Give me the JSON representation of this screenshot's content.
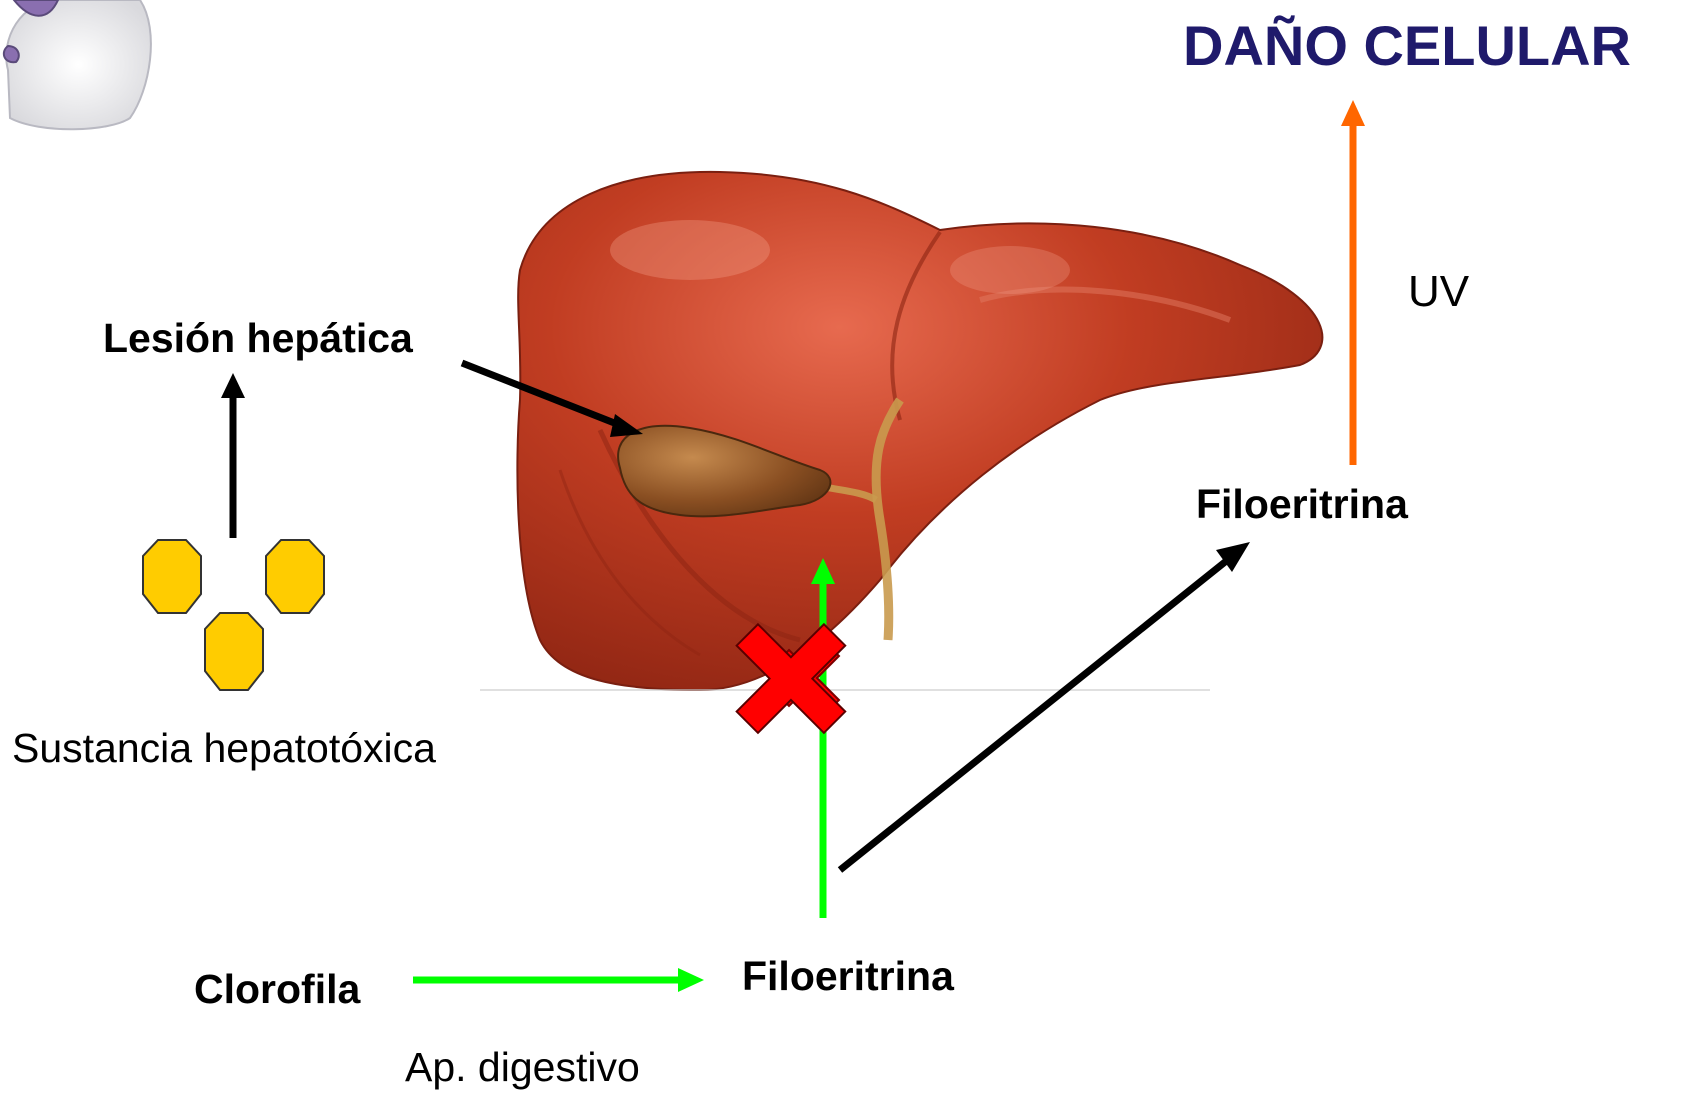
{
  "title": "DAÑO CELULAR",
  "labels": {
    "uv": "UV",
    "lesion": "Lesión hepática",
    "filoeritrina_right": "Filoeritrina",
    "sustancia": "Sustancia hepatotóxica",
    "clorofila": "Clorofila",
    "filoeritrina_bottom": "Filoeritrina",
    "ap_digestivo": "Ap. digestivo"
  },
  "colors": {
    "title": "#1f1a6b",
    "green_arrow": "#00ff00",
    "orange_arrow": "#ff6600",
    "black_arrow": "#000000",
    "toxin": "#ffcc00",
    "blocked_mark": "#ff0000",
    "liver": "#b8321c"
  },
  "icons": {
    "organ": "liver-icon",
    "gallbladder": "gallbladder-icon",
    "block": "red-x-icon",
    "toxin": "octagon-icon",
    "mascot": "sheep-icon"
  }
}
